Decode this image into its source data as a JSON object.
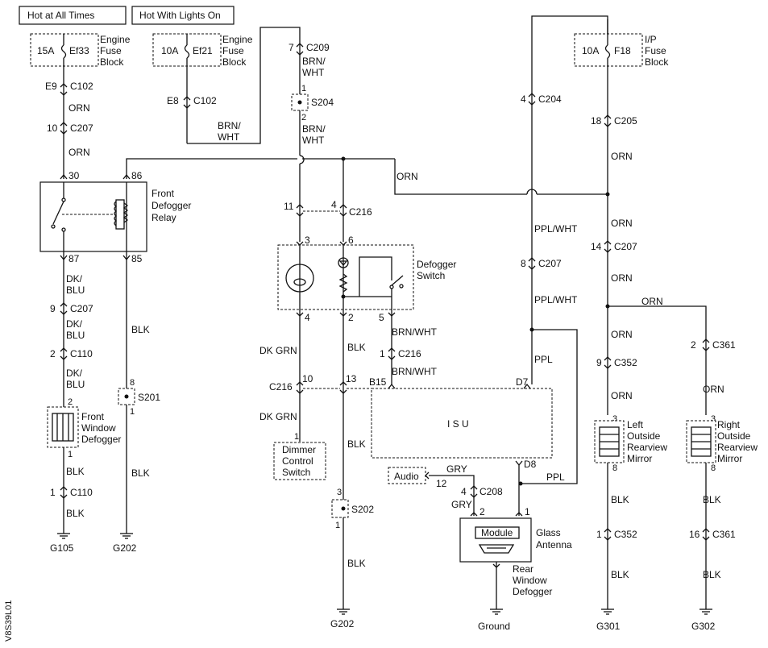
{
  "power": {
    "hot_at_all_times": "Hot at All Times",
    "hot_with_lights_on": "Hot With Lights On"
  },
  "fuses": {
    "ef33": {
      "rating": "15A",
      "name": "Ef33",
      "block": [
        "Engine",
        "Fuse",
        "Block"
      ]
    },
    "ef21": {
      "rating": "10A",
      "name": "Ef21",
      "block": [
        "Engine",
        "Fuse",
        "Block"
      ]
    },
    "f18": {
      "rating": "10A",
      "name": "F18",
      "block": [
        "I/P",
        "Fuse",
        "Block"
      ]
    }
  },
  "wires": {
    "orn": "ORN",
    "brn_wht_a": "BRN/",
    "brn_wht_b": "WHT",
    "brn_wht": "BRN/WHT",
    "dk": "DK/",
    "blu": "BLU",
    "blk": "BLK",
    "dk_grn": "DK GRN",
    "ppl_wht": "PPL/WHT",
    "ppl": "PPL",
    "gry": "GRY"
  },
  "connectors": {
    "e9": "E9",
    "e8": "E8",
    "c102": "C102",
    "c207": "C207",
    "c110": "C110",
    "c209": "C209",
    "c204": "C204",
    "c205": "C205",
    "c216": "C216",
    "c208": "C208",
    "c352": "C352",
    "c361": "C361",
    "s204": "S204",
    "s201": "S201",
    "s202": "S202",
    "b15": "B15",
    "d7": "D7",
    "d8": "D8"
  },
  "pins": {
    "p1": "1",
    "p2": "2",
    "p3": "3",
    "p4": "4",
    "p5": "5",
    "p6": "6",
    "p7": "7",
    "p8": "8",
    "p9": "9",
    "p10": "10",
    "p11": "11",
    "p12": "12",
    "p13": "13",
    "p14": "14",
    "p16": "16",
    "p18": "18",
    "p30": "30",
    "p85": "85",
    "p86": "86",
    "p87": "87"
  },
  "components": {
    "relay": [
      "Front",
      "Defogger",
      "Relay"
    ],
    "switch": [
      "Defogger",
      "Switch"
    ],
    "isu": "I S U",
    "audio": "Audio",
    "dimmer": [
      "Dimmer",
      "Control",
      "Switch"
    ],
    "front_window_defogger": [
      "Front",
      "Window",
      "Defogger"
    ],
    "module": "Module",
    "glass_antenna": [
      "Glass",
      "Antenna"
    ],
    "rear_window_defogger": [
      "Rear",
      "Window",
      "Defogger"
    ],
    "left_mirror": [
      "Left",
      "Outside",
      "Rearview",
      "Mirror"
    ],
    "right_mirror": [
      "Right",
      "Outside",
      "Rearview",
      "Mirror"
    ]
  },
  "grounds": {
    "g105": "G105",
    "g202": "G202",
    "g301": "G301",
    "g302": "G302",
    "ground": "Ground"
  },
  "diagram_code": "V8S39L01"
}
